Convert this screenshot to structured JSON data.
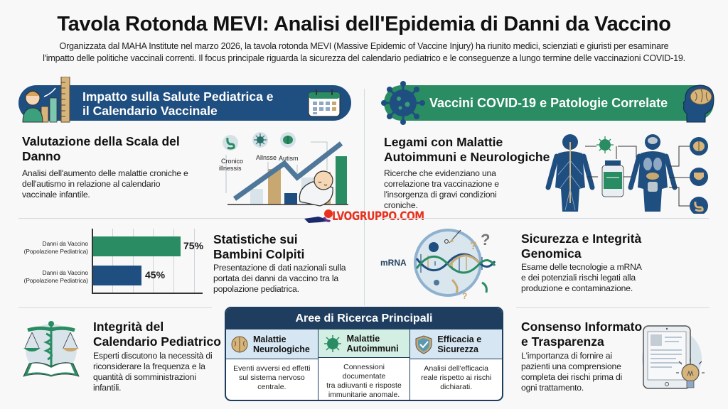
{
  "header": {
    "title": "Tavola Rotonda MEVI: Analisi dell'Epidemia di Danni da Vaccino",
    "intro_line1": "Organizzata dal MAHA Institute nel marzo 2026, la tavola rotonda MEVI (Massive Epidemic of Vaccine Injury) ha riunito medici, scienziati e giuristi per esaminare",
    "intro_line2": "l'impatto delle politiche vaccinali correnti. Il focus principale riguarda la sicurezza del calendario pediatrico e le conseguenze a lungo termine delle vaccinazioni COVID-19."
  },
  "left_column": {
    "banner": {
      "title_line1": "Impatto sulla Salute Pediatrica e",
      "title_line2": "il Calendario Vaccinale",
      "icons": [
        "child-growth-icon",
        "calendar-icon"
      ]
    },
    "sections": [
      {
        "title_line1": "Valutazione della Scala del",
        "title_line2": "Danno",
        "body_line1": "Analisi dell'aumento delle malattie croniche e",
        "body_line2": "dell'autismo in relazione al calendario",
        "body_line3": "vaccinale infantile.",
        "illustration": {
          "labels": [
            "Cronico illnessis",
            "Allnsse",
            "Autism"
          ],
          "label_cronico_1": "Cronico",
          "label_cronico_2": "illnessis",
          "label_allnsse": "Allnsse",
          "label_autism": "Autism",
          "icons": [
            "stomach-icon",
            "virus-icon",
            "brain-icon",
            "baby-icon",
            "trend-arrow-icon"
          ]
        }
      },
      {
        "title_line1": "Statistiche sui",
        "title_line2": "Bambini Colpiti",
        "body_line1": "Presentazione di dati nazionali sulla",
        "body_line2": "portata dei danni da vaccino tra la",
        "body_line3": "popolazione pediatrica."
      },
      {
        "title_line1": "Integrità del",
        "title_line2": "Calendario Pediatrico",
        "body_line1": "Esperti discutono la necessità di",
        "body_line2": "riconsiderare la frequenza e la",
        "body_line3": "quantità di somministrazioni",
        "body_line4": "infantili.",
        "icons": [
          "scales-icon",
          "caduceus-icon",
          "open-book-icon"
        ]
      }
    ]
  },
  "right_column": {
    "banner": {
      "title": "Vaccini COVID-19 e Patologie Correlate",
      "icons": [
        "virus-icon",
        "head-brain-icon"
      ]
    },
    "sections": [
      {
        "title_line1": "Legami con Malattie",
        "title_line2": "Autoimmuni e Neurologiche",
        "body_line1": "Ricerche che evidenziano una",
        "body_line2": "correlazione tra vaccinazione e",
        "body_line3": "l'insorgenza di gravi condizioni",
        "body_line4": "croniche.",
        "icons": [
          "nervous-system-icon",
          "virus-icon",
          "vaccine-vial-icon",
          "body-organs-icon",
          "brain-icon",
          "shield-icon",
          "stomach-icon"
        ]
      },
      {
        "title_line1": "Sicurezza e Integrità",
        "title_line2": "Genomica",
        "body_line1": "Esame delle tecnologie a mRNA",
        "body_line2": "e dei potenziali rischi legati alla",
        "body_line3": "produzione e contaminazione.",
        "label_mrna": "mRNA",
        "icons": [
          "dna-helix-icon",
          "question-mark-icon"
        ]
      },
      {
        "title_line1": "Consenso Informato",
        "title_line2": "e Trasparenza",
        "body_line1": "L'importanza di fornire ai",
        "body_line2": "pazienti una comprensione",
        "body_line3": "completa dei rischi prima di",
        "body_line4": "ogni trattamento.",
        "icons": [
          "tablet-document-icon",
          "lightbulb-icon"
        ]
      }
    ]
  },
  "research_table": {
    "title": "Aree di Ricerca Principali",
    "columns": [
      {
        "title_line1": "Malattie",
        "title_line2": "Neurologiche",
        "icon": "brain-icon",
        "body_line1": "Eventi avversi ed effetti",
        "body_line2": "sul sistema nervoso",
        "body_line3": "centrale."
      },
      {
        "title_line1": "Malattie",
        "title_line2": "Autoimmuni",
        "icon": "virus-icon",
        "body_line1": "Connessioni documentate",
        "body_line2": "tra adiuvanti e risposte",
        "body_line3": "immunitarie anomale."
      },
      {
        "title_line1": "Efficacia e",
        "title_line2": "Sicurezza",
        "icon": "shield-check-icon",
        "body_line1": "Analisi dell'efficacia",
        "body_line2": "reale rispetto ai rischi",
        "body_line3": "dichiarati."
      }
    ]
  },
  "watermark": {
    "text": "LVOGRUPPO.COM",
    "color": "#e8321f"
  },
  "colors": {
    "blue": "#1f4e80",
    "green": "#2a8c63",
    "navy": "#1f3e5f",
    "tan": "#c8a870",
    "light_blue": "#d6e6f2",
    "light_green": "#d3eee2"
  },
  "chart_data": {
    "type": "bar",
    "orientation": "horizontal",
    "categories": [
      "Danni da Vaccino (Popolazione Pediatrica)",
      "Danni da Vaccino (Popolazione Pediatrica)"
    ],
    "category_line1": "Danni da Vaccino",
    "category_line2": "(Popolazione Pediatrica)",
    "values": [
      75,
      45
    ],
    "value_labels": [
      "75%",
      "45%"
    ],
    "colors": [
      "#2a8c63",
      "#1f4e80"
    ],
    "title": "",
    "xlabel": "",
    "ylabel": "",
    "xlim": [
      0,
      90
    ],
    "grid": true
  }
}
